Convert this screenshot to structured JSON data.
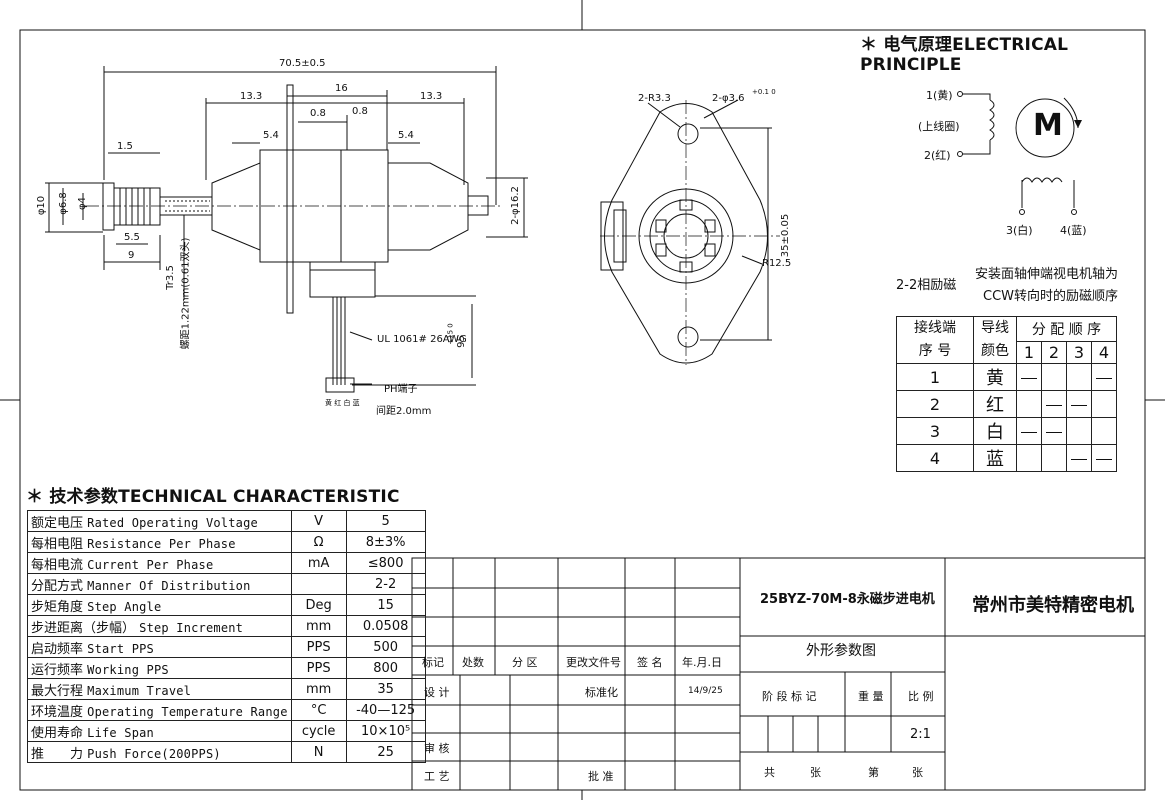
{
  "electrical": {
    "title": "＊ 电气原理ELECTRICAL PRINCIPLE",
    "wire1": "1(黄)",
    "wire_mid": "(上线圈)",
    "wire2": "2(红)",
    "motor": "M",
    "wire3": "3(白)",
    "wire4": "4(蓝)",
    "excitation_label": "2-2相励磁",
    "note_line1": "安装面轴伸端视电机轴为",
    "note_line2": "CCW转向时的励磁顺序"
  },
  "phase_table": {
    "col1_header_l1": "接线端",
    "col1_header_l2": "序 号",
    "col2_header_l1": "导线",
    "col2_header_l2": "颜色",
    "seq_header": "分 配 顺 序",
    "seq_cols": [
      "1",
      "2",
      "3",
      "4"
    ],
    "rows": [
      {
        "no": "1",
        "color": "黄",
        "marks": [
          1,
          0,
          0,
          1
        ]
      },
      {
        "no": "2",
        "color": "红",
        "marks": [
          0,
          1,
          1,
          0
        ]
      },
      {
        "no": "3",
        "color": "白",
        "marks": [
          1,
          1,
          0,
          0
        ]
      },
      {
        "no": "4",
        "color": "蓝",
        "marks": [
          0,
          0,
          1,
          1
        ]
      }
    ]
  },
  "technical": {
    "title": "＊ 技术参数TECHNICAL CHARACTERISTIC",
    "rows": [
      {
        "zh": "额定电压",
        "en": "Rated Operating Voltage",
        "unit": "V",
        "value": "5"
      },
      {
        "zh": "每相电阻",
        "en": "Resistance Per Phase",
        "unit": "Ω",
        "value": "8±3%"
      },
      {
        "zh": "每相电流",
        "en": "Current Per Phase",
        "unit": "mA",
        "value": "≤800"
      },
      {
        "zh": "分配方式",
        "en": "Manner Of Distribution",
        "unit": "",
        "value": "2-2"
      },
      {
        "zh": "步矩角度",
        "en": "Step Angle",
        "unit": "Deg",
        "value": "15"
      },
      {
        "zh": "步进距离（步幅）",
        "en": "Step Increment",
        "unit": "mm",
        "value": "0.0508"
      },
      {
        "zh": "启动频率",
        "en": "Start PPS",
        "unit": "PPS",
        "value": "500"
      },
      {
        "zh": "运行频率",
        "en": "Working PPS",
        "unit": "PPS",
        "value": "800"
      },
      {
        "zh": "最大行程",
        "en": "Maximum Travel",
        "unit": "mm",
        "value": "35"
      },
      {
        "zh": "环境温度",
        "en": "Operating Temperature Range",
        "unit": "°C",
        "value": "-40—125"
      },
      {
        "zh": "使用寿命",
        "en": "Life Span",
        "unit": "cycle",
        "value": "10×10⁵"
      },
      {
        "zh": "推　　力",
        "en": "Push Force(200PPS)",
        "unit": "N",
        "value": "25"
      }
    ]
  },
  "side_view": {
    "overall": "70.5±0.5",
    "d16": "16",
    "d13a": "13.3",
    "d13b": "13.3",
    "d08a": "0.8",
    "d08b": "0.8",
    "d54a": "5.4",
    "d54b": "5.4",
    "d15": "1.5",
    "d55": "5.5",
    "d9": "9",
    "phi10": "φ10",
    "phi68": "φ6.8",
    "phi4": "φ4",
    "phi162": "2-φ16.2",
    "tr": "Tr3.5",
    "pitch": "螺距1.22mm(0.61双头)",
    "ul": "UL 1061# 26AWG",
    "cable_len": "95",
    "cable_tol": "+15 0",
    "connector": "PH端子",
    "spacing": "间距2.0mm",
    "wire_colors": "黄 红 白 蓝"
  },
  "front_view": {
    "r33": "2-R3.3",
    "phi36": "2-φ3.6",
    "phi36_tol": "+0.1 0",
    "dim35": "35±0.05",
    "r125": "R12.5"
  },
  "title_block": {
    "model": "25BYZ-70M-8永磁步进电机",
    "drawing": "外形参数图",
    "company": "常州市美特精密电机",
    "labels": {
      "biaoji": "标记",
      "chushu": "处数",
      "fenqu": "分 区",
      "gengai": "更改文件号",
      "qianming": "签 名",
      "nianyueri": "年.月.日",
      "sheji": "设 计",
      "biaozhunhua": "标准化",
      "date": "14/9/25",
      "shenhe": "审 核",
      "gongyi": "工 艺",
      "pizhun": "批 准",
      "jieduan": "阶 段 标 记",
      "zhongliang": "重 量",
      "bili": "比 例",
      "scale": "2:1",
      "gong": "共",
      "zhang1": "张",
      "di": "第",
      "zhang2": "张"
    }
  }
}
